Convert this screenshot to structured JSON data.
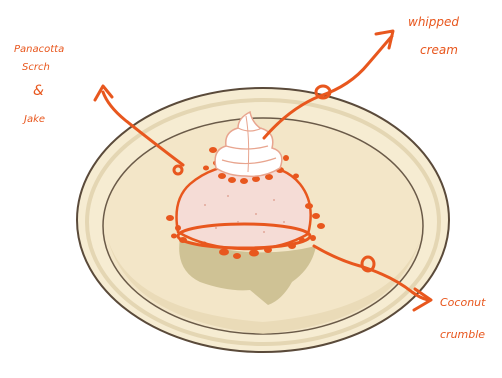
{
  "labels": {
    "panacotta_line1": "Panacotta",
    "panacotta_line2": "Scrch",
    "panacotta_line3": "&",
    "panacotta_line4": "Jake",
    "whipped_line1": "whipped",
    "whipped_line2": "cream",
    "coconut_line1": "Coconut",
    "coconut_line2": "crumble"
  },
  "colors": {
    "annotation": "#e8571e",
    "plate_rim": "#f6ecd2",
    "plate_inner": "#f3e6c8",
    "plate_outline": "#5a4a3a",
    "panna_cotta": "#f5dcd6",
    "shadow": "#cbbf92",
    "cream": "#ffffff"
  }
}
